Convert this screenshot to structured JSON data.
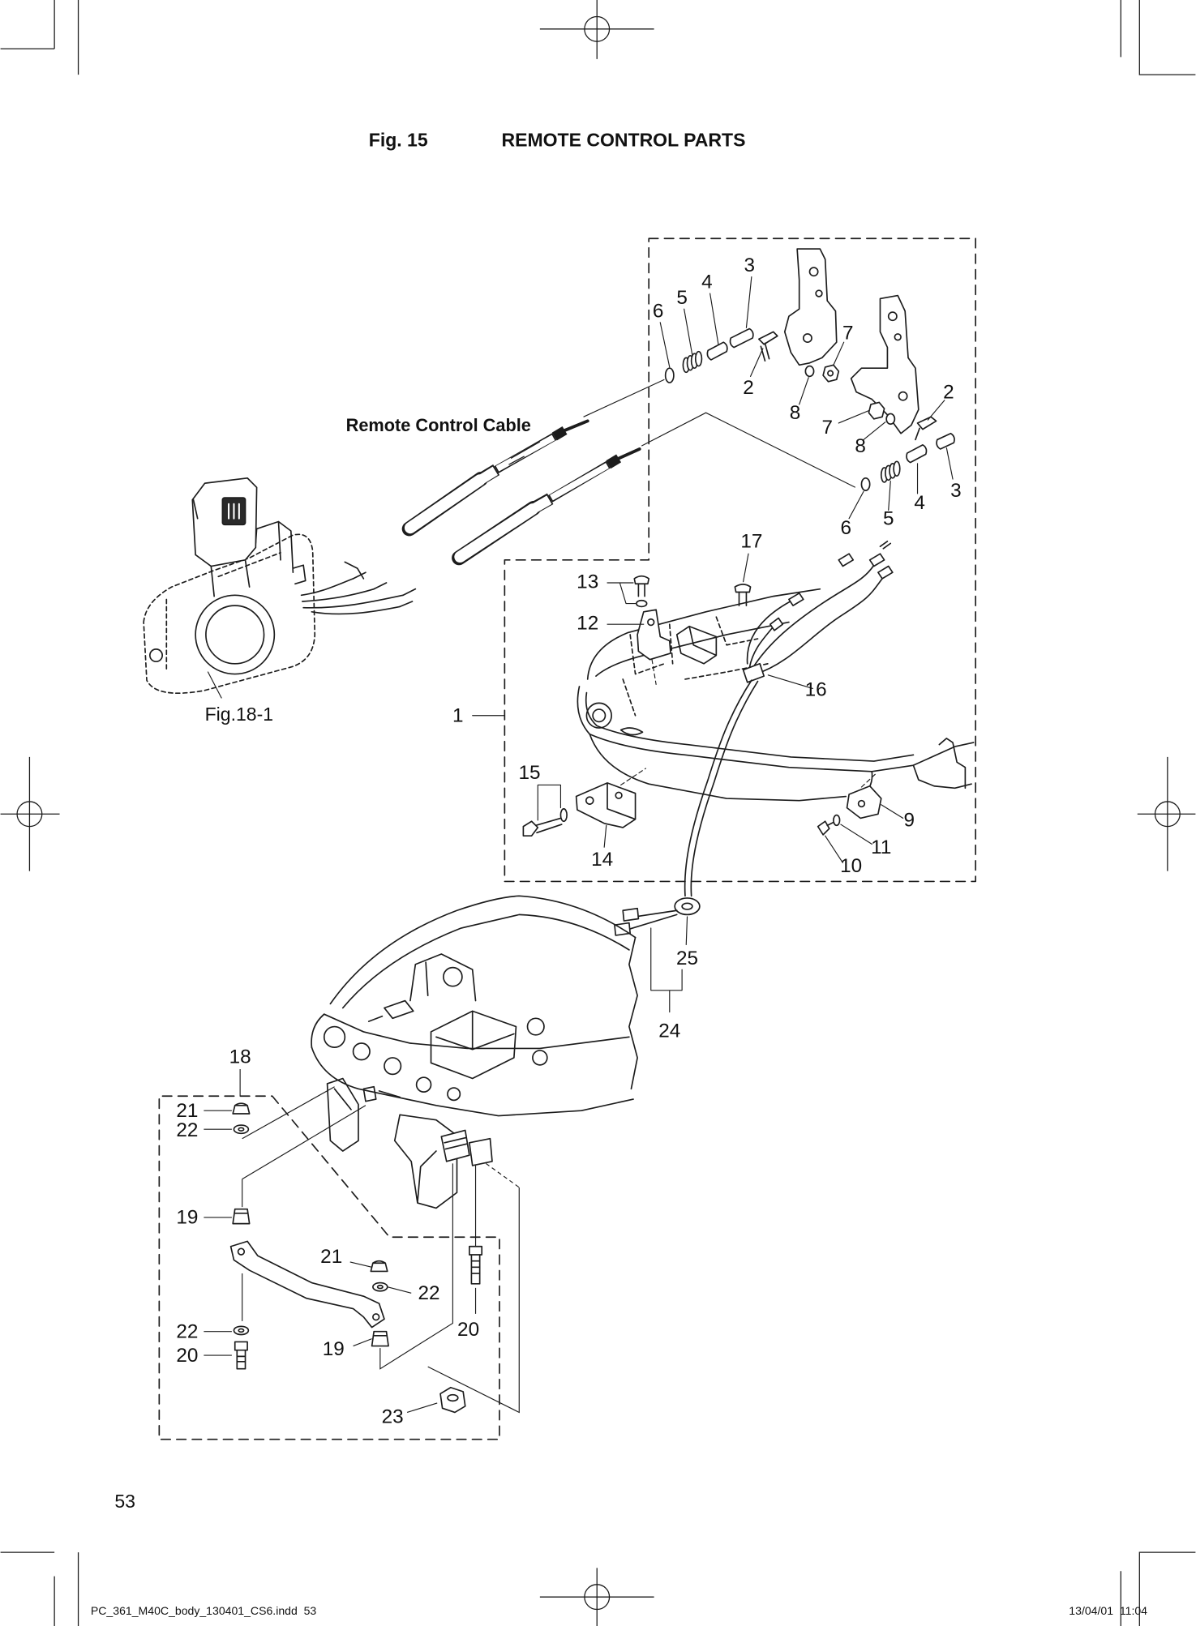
{
  "header": {
    "figure": "Fig. 15",
    "title": "REMOTE CONTROL PARTS"
  },
  "diagram": {
    "cable_callout": "Remote Control Cable",
    "figure_reference": "Fig.18-1",
    "callouts": [
      "3",
      "4",
      "5",
      "6",
      "7",
      "2",
      "8",
      "2",
      "7",
      "8",
      "3",
      "4",
      "5",
      "6",
      "17",
      "13",
      "12",
      "16",
      "1",
      "15",
      "9",
      "11",
      "10",
      "14",
      "25",
      "24",
      "18",
      "21",
      "22",
      "19",
      "21",
      "22",
      "22",
      "20",
      "19",
      "20",
      "23"
    ]
  },
  "page_number": "53",
  "footer": {
    "file_name": "PC_361_M40C_body_130401_CS6.indd  53",
    "timestamp": "13/04/01  11:04"
  }
}
